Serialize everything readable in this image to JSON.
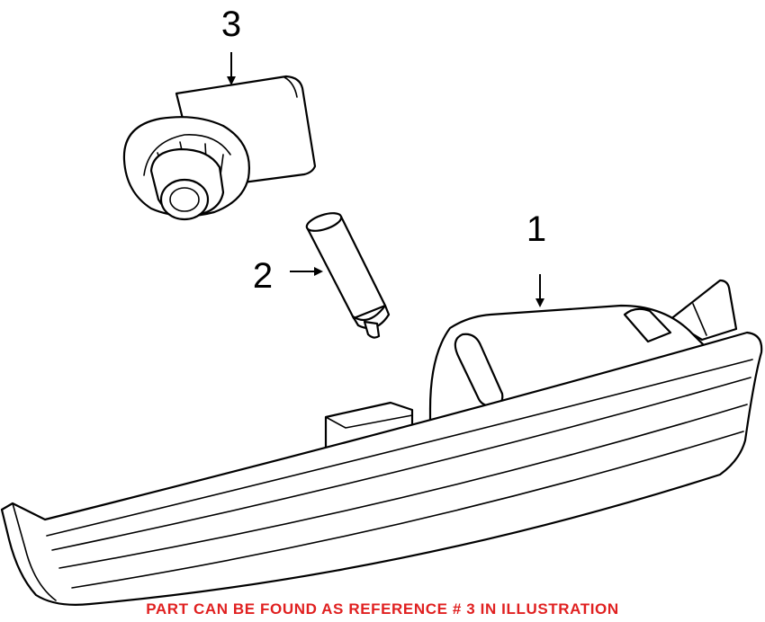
{
  "diagram": {
    "callouts": [
      {
        "id": "1",
        "label": "1"
      },
      {
        "id": "2",
        "label": "2"
      },
      {
        "id": "3",
        "label": "3"
      }
    ],
    "note": "PART CAN BE FOUND AS REFERENCE # 3 IN ILLUSTRATION"
  },
  "colors": {
    "line": "#000000",
    "note": "#e02020",
    "background": "#ffffff"
  }
}
